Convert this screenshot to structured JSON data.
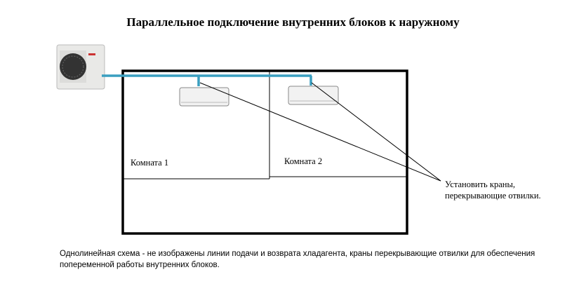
{
  "title": "Параллельное подключение внутренних блоков к наружному",
  "rooms": [
    {
      "label": "Комната 1"
    },
    {
      "label": "Комната 2"
    }
  ],
  "annotation": "Установить краны, перекрывающие отвилки.",
  "caption": "Однолинейная схема - не изображены линии подачи и возврата хладагента, краны перекрывающие отвилки для обеспечения попеременной работы внутренних блоков.",
  "colors": {
    "pipe": "#3a9fc0",
    "walls": "#000000"
  }
}
